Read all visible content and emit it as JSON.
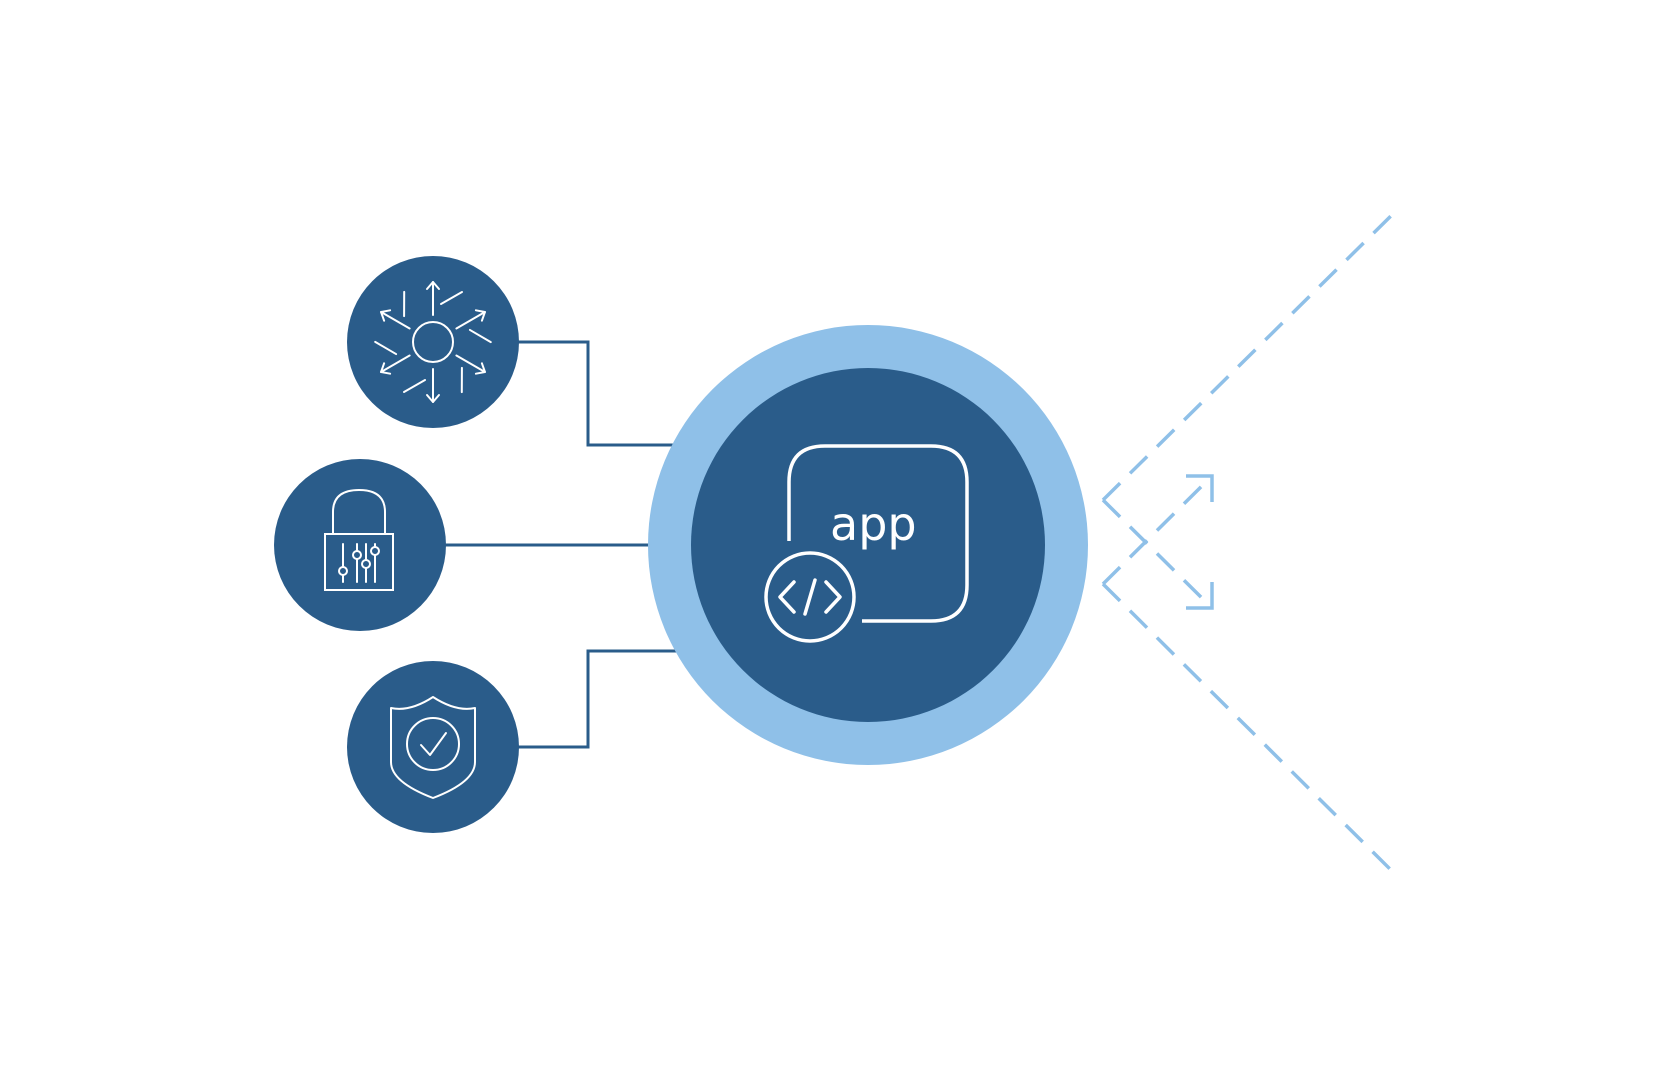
{
  "diagram": {
    "center_label": "app",
    "colors": {
      "primary": "#2a5c8a",
      "light": "#8fc0e8",
      "icon_stroke": "#ffffff",
      "connector": "#2a5c8a",
      "dashed": "#8fc0e8",
      "background": "#ffffff"
    },
    "inputs": [
      {
        "name": "distributed-icon",
        "connects_to": "app-node"
      },
      {
        "name": "lock-settings-icon",
        "connects_to": "app-node"
      },
      {
        "name": "shield-check-icon",
        "connects_to": "app-node"
      }
    ],
    "outputs": [
      {
        "name": "dashed-arrow-upper",
        "style": "dashed"
      },
      {
        "name": "dashed-arrow-lower",
        "style": "dashed"
      }
    ]
  }
}
